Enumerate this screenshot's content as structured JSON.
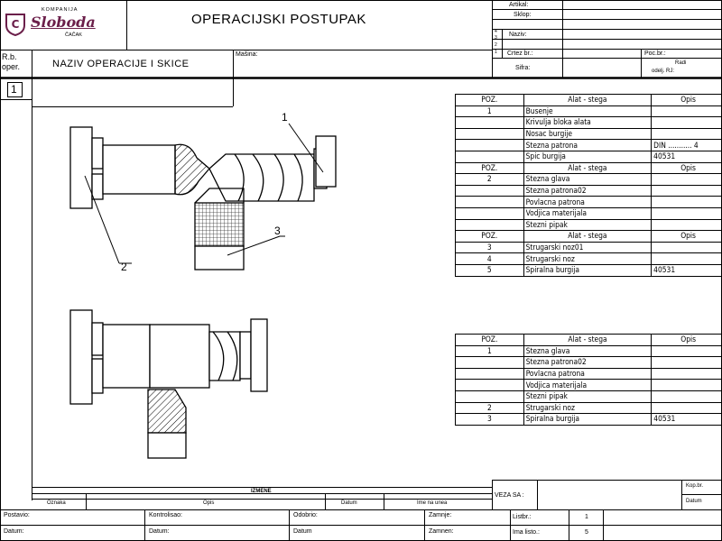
{
  "header": {
    "company_small": "KOMPANIJA",
    "company_name": "Slobodа",
    "company_city": "ČAČAK",
    "title": "OPERACIJSKI POSTUPAK",
    "fields_right": {
      "artikal": "Artikal:",
      "sklop": "Sklop:",
      "naziv": "Naziv:",
      "crtez_br": "Crtez  br.:",
      "sifra": "Sifra:",
      "poc_br": "Poc.br.:",
      "radi": "Radi",
      "odelj_rj": "odelj. RJ:"
    },
    "side_numbers": [
      "4",
      "3",
      "2",
      "1"
    ],
    "masina": "Mašina:",
    "rb_oper": "R.b.\noper.",
    "naziv_operacije": "NAZIV  OPERACIJE  I  SKICE",
    "oper_number": "1"
  },
  "tables": [
    {
      "header": [
        "POZ.",
        "Alat - stega",
        "Opis"
      ],
      "rows": [
        [
          "1",
          "Busenje",
          ""
        ],
        [
          "",
          "Krivulja bloka alata",
          ""
        ],
        [
          "",
          "Nosac burgije",
          ""
        ],
        [
          "",
          "Stezna patrona",
          "DIN ........... 4"
        ],
        [
          "",
          "Spic burgija",
          "40531"
        ],
        [
          "POZ.",
          "Alat - stega",
          "Opis"
        ],
        [
          "2",
          "Stezna glava",
          ""
        ],
        [
          "",
          "Stezna patrona02",
          ""
        ],
        [
          "",
          "Povlacna patrona",
          ""
        ],
        [
          "",
          "Vodjica materijala",
          ""
        ],
        [
          "",
          "Stezni pipak",
          ""
        ],
        [
          "POZ.",
          "Alat - stega",
          "Opis"
        ],
        [
          "3",
          "Strugarski noz01",
          ""
        ],
        [
          "4",
          "Strugarski noz",
          ""
        ],
        [
          "5",
          "Spiralna burgija",
          "40531"
        ]
      ]
    },
    {
      "header": [
        "POZ.",
        "Alat - stega",
        "Opis"
      ],
      "rows": [
        [
          "1",
          "Stezna glava",
          ""
        ],
        [
          "",
          "Stezna patrona02",
          ""
        ],
        [
          "",
          "Povlacna patrona",
          ""
        ],
        [
          "",
          "Vodjica materijala",
          ""
        ],
        [
          "",
          "Stezni pipak",
          ""
        ],
        [
          "2",
          "Strugarski noz",
          ""
        ],
        [
          "3",
          "Spiralna burgija",
          "40531"
        ]
      ]
    }
  ],
  "callouts": [
    "1",
    "2",
    "3"
  ],
  "footer": {
    "izmene": "IZMENE",
    "oznaka": "Oznaka",
    "opis": "Opis",
    "datum": "Datum",
    "ime_prezime": "Ime na  unea",
    "veza_sa": "VEZA SA :",
    "kop_br": "Kop.br.",
    "datum2": "Datum",
    "postavio": "Postavio:",
    "datum_l": "Datum:",
    "kontrolisao": "Kontrolisao:",
    "datum_k": "Datum:",
    "odobrio": "Odobrio:",
    "datum_o": "Datum",
    "zamenjuje": "Zamnje:",
    "zamenjen": "Zamnen:",
    "list_br_label": "Listbr.:",
    "list_br": "1",
    "ima_listova_label": "Ima listo.:",
    "ima_listova": "5"
  }
}
